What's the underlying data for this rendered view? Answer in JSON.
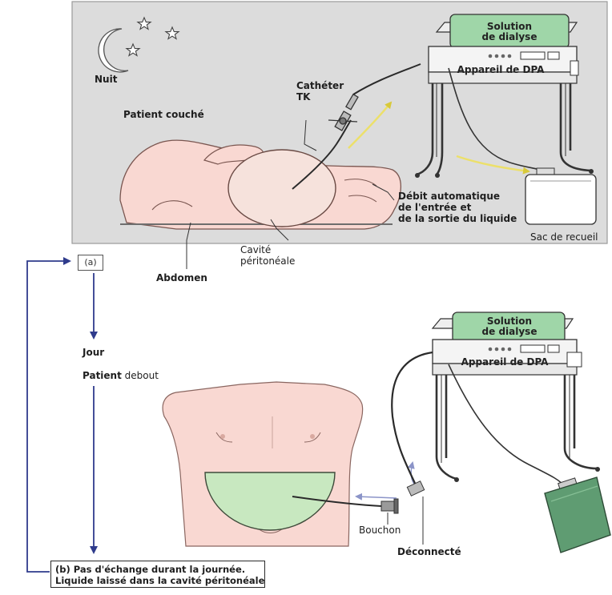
{
  "night_panel": {
    "night_label": "Nuit",
    "patient_label": "Patient couché",
    "catheter_line1": "Cathéter",
    "catheter_line2": "TK",
    "solution_line1": "Solution",
    "solution_line2": "de dialyse",
    "device_label": "Appareil de DPA",
    "flow_line1": "Débit automatique",
    "flow_line2": "de l'entrée et",
    "flow_line3": "de la sortie du liquide",
    "bag_label": "Sac de recueil",
    "cavity_line1": "Cavité",
    "cavity_line2": "péritonéale",
    "abdomen_label": "Abdomen"
  },
  "label_a": "(a)",
  "day_panel": {
    "day_label": "Jour",
    "patient_bold": "Patient",
    "patient_rest": " debout",
    "solution_line1": "Solution",
    "solution_line2": "de dialyse",
    "device_label": "Appareil de DPA",
    "cap_label": "Bouchon",
    "disconnected_label": "Déconnecté"
  },
  "label_b": {
    "line1": "(b) Pas d'échange durant la journée.",
    "line2": "Liquide laissé dans la cavité péritonéale"
  },
  "colors": {
    "panel_bg": "#dcdcdc",
    "skin": "#f9d8d2",
    "fluid": "#c8e8c0",
    "solution_green": "#9fd6a8",
    "arrow_blue": "#2f3b8c",
    "flow_yellow": "#ece06a"
  }
}
